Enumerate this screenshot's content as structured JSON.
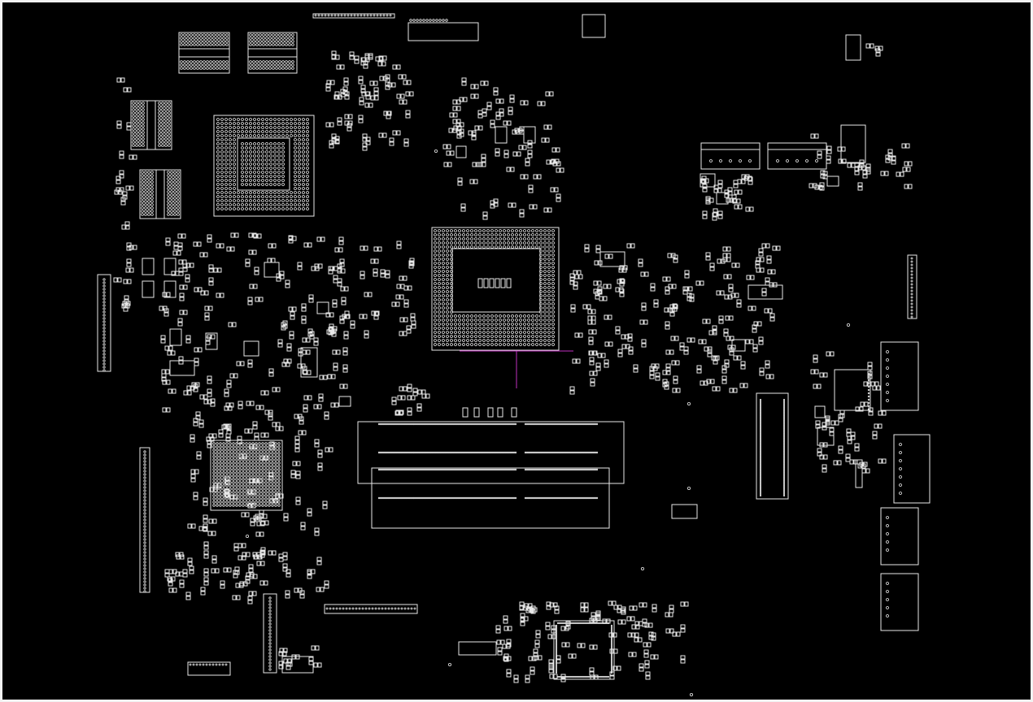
{
  "viewer": {
    "canvas_background": "#000000",
    "frame_color": "#f2f2f2",
    "stroke_color": "#e8e8e8",
    "marker_color": "#c030c0",
    "text_labels": []
  },
  "board": {
    "component_groups": [
      "cpu-bga",
      "chipset-bga",
      "graphics-bga",
      "memory-chips",
      "dimm-slots",
      "io-controller",
      "rear-connectors",
      "edge-connectors",
      "passive-components"
    ]
  }
}
